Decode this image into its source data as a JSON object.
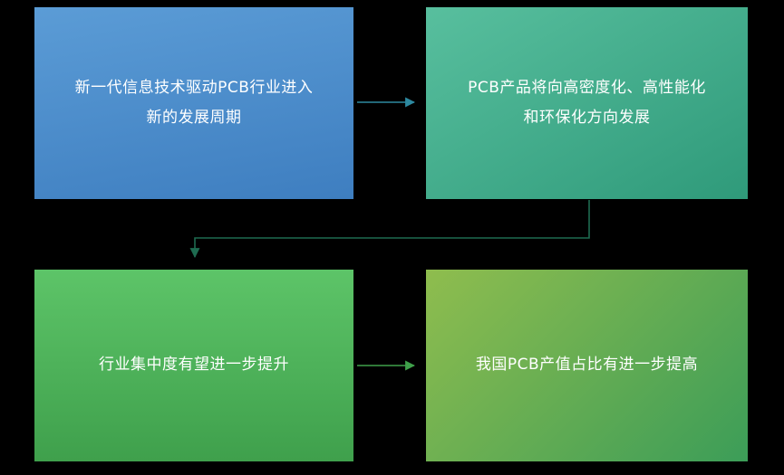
{
  "diagram": {
    "background": "#000000",
    "text_color": "#ffffff",
    "boxes": [
      {
        "id": "box-1",
        "lines": [
          "新一代信息技术驱动PCB行业进入",
          "新的发展周期"
        ],
        "color_top": "#5b9cd6",
        "color_bottom": "#3e7ec0",
        "angle": "170deg"
      },
      {
        "id": "box-2",
        "lines": [
          "PCB产品将向高密度化、高性能化",
          "和环保化方向发展"
        ],
        "color_top": "#58bf9e",
        "color_bottom": "#2f9a7a",
        "angle": "150deg"
      },
      {
        "id": "box-3",
        "lines": [
          "行业集中度有望进一步提升"
        ],
        "color_top": "#5dc468",
        "color_bottom": "#3fa04c",
        "angle": "180deg"
      },
      {
        "id": "box-4",
        "lines": [
          "我国PCB产值占比有进一步提高"
        ],
        "color_top": "#8fbd4e",
        "color_bottom": "#3c9d58",
        "angle": "135deg"
      }
    ],
    "arrows": [
      {
        "id": "arrow-box1-to-box2",
        "color": "#2d89a0"
      },
      {
        "id": "arrow-box2-to-box3",
        "color": "#1e6b50"
      },
      {
        "id": "arrow-box3-to-box4",
        "color": "#3fa04a"
      }
    ]
  }
}
